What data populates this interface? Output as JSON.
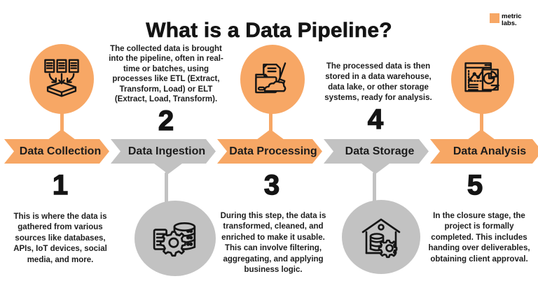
{
  "page": {
    "title": "What is a Data Pipeline?"
  },
  "brand": {
    "name_line1": "metric",
    "name_line2": "labs.",
    "logo_square_color": "#F7A765"
  },
  "palette": {
    "orange": "#F7A765",
    "gray": "#C2C2C2",
    "text": "#161616"
  },
  "stages": [
    {
      "number": "1",
      "label": "Data Collection",
      "tone": "orange",
      "icon": "documents-into-box-icon",
      "description": "This is where the data is gathered from various sources like databases, APIs, IoT devices, social media, and more."
    },
    {
      "number": "2",
      "label": "Data Ingestion",
      "tone": "gray",
      "icon": "database-gear-document-icon",
      "description": "The collected data is brought into the pipeline, often in real-time or batches, using processes like ETL (Extract, Transform, Load) or ELT (Extract, Load, Transform)."
    },
    {
      "number": "3",
      "label": "Data Processing",
      "tone": "orange",
      "icon": "folder-broom-cleaning-icon",
      "description": "During this step, the data is transformed, cleaned, and enriched to make it usable. This can involve filtering, aggregating, and applying business logic."
    },
    {
      "number": "4",
      "label": "Data Storage",
      "tone": "gray",
      "icon": "warehouse-database-gear-icon",
      "description": "The processed data is then stored in a data warehouse, data lake, or other storage systems, ready for analysis."
    },
    {
      "number": "5",
      "label": "Data Analysis",
      "tone": "orange",
      "icon": "report-line-pie-chart-icon",
      "description": "In the closure stage, the project is formally completed. This includes handing over deliverables, obtaining client approval."
    }
  ]
}
